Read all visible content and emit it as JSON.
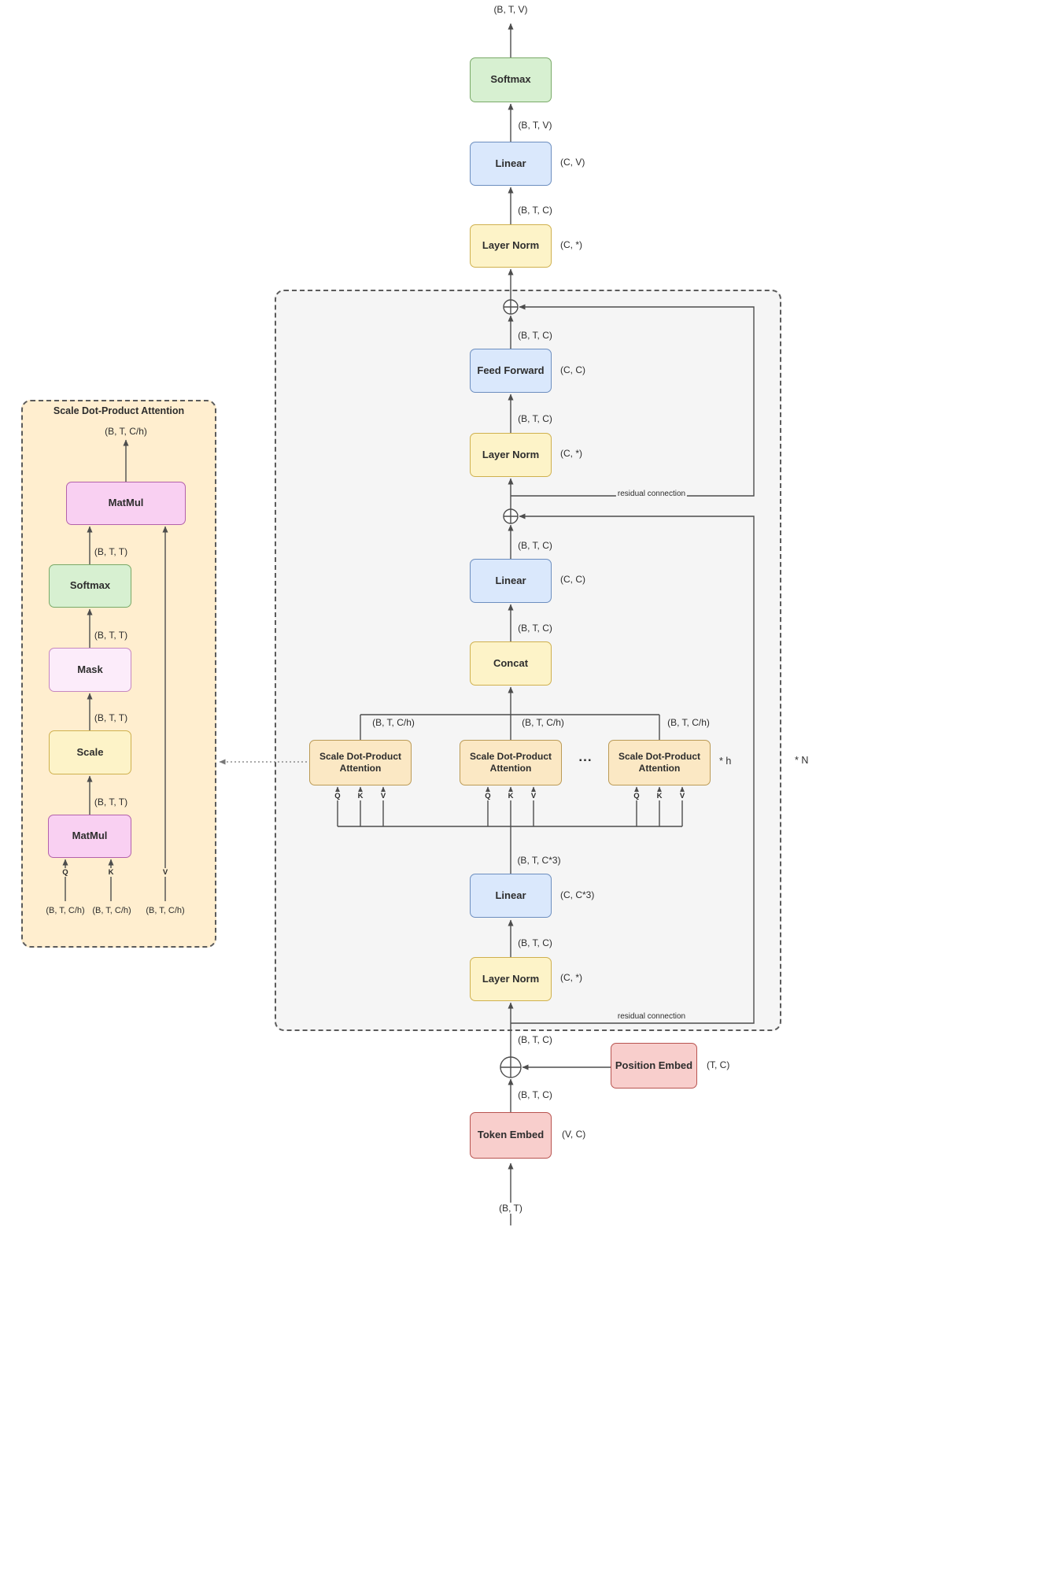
{
  "colors": {
    "canvas_bg": "#ffffff",
    "text": "#2d2d2d",
    "line": "#4d4d4d",
    "dash_stroke": "#5b5b5b",
    "block_fill": "#f5f5f5",
    "panel_fill": "#ffeecf",
    "green_fill": "#d7f0d1",
    "green_stroke": "#79a967",
    "blue_fill": "#dae8fc",
    "blue_stroke": "#6c8ebf",
    "yellow_fill": "#fdf3c8",
    "yellow_stroke": "#cfb04e",
    "cream_fill": "#fbe8c4",
    "cream_stroke": "#bb9a55",
    "red_fill": "#f8cecc",
    "red_stroke": "#b85450",
    "pink_fill": "#f9d0f2",
    "pink_stroke": "#b361ab",
    "lilac_fill": "#fcecfa",
    "lilac_stroke": "#c687c0"
  },
  "top_section": {
    "final_output_shape": "(B, T, V)",
    "softmax_label": "Softmax",
    "linear_output_shape": "(B, T, V)",
    "linear_label": "Linear",
    "linear_weight_shape": "(C, V)",
    "layer_norm_output_shape": "(B, T, C)",
    "layer_norm_label": "Layer Norm",
    "layer_norm_weight_shape": "(C, *)"
  },
  "block": {
    "repeat_label": "* N",
    "feed_forward_output_shape": "(B, T, C)",
    "feed_forward_label": "Feed Forward",
    "feed_forward_weight_shape": "(C, C)",
    "layer_norm2_output_shape": "(B, T, C)",
    "layer_norm2_label": "Layer Norm",
    "layer_norm2_weight_shape": "(C, *)",
    "residual2_label": "residual connection",
    "proj_output_shape": "(B, T, C)",
    "proj_linear_label": "Linear",
    "proj_linear_weight_shape": "(C, C)",
    "concat_output_shape": "(B, T, C)",
    "concat_label": "Concat",
    "head_output_shape": "(B, T, C/h)",
    "head_label": "Scale Dot-Product Attention",
    "heads_ellipsis": "...",
    "heads_repeat_label": "* h",
    "q_label": "Q",
    "k_label": "K",
    "v_label": "V",
    "qkv_output_shape": "(B, T, C*3)",
    "qkv_linear_label": "Linear",
    "qkv_linear_weight_shape": "(C, C*3)",
    "layer_norm1_output_shape": "(B, T, C)",
    "layer_norm1_label": "Layer Norm",
    "layer_norm1_weight_shape": "(C, *)",
    "residual1_label": "residual connection"
  },
  "embedding": {
    "add_output_shape": "(B, T, C)",
    "position_embed_label": "Position Embed",
    "position_embed_weight_shape": "(T, C)",
    "token_output_shape": "(B, T, C)",
    "token_embed_label": "Token Embed",
    "token_embed_weight_shape": "(V, C)",
    "input_shape": "(B, T)"
  },
  "attention_detail": {
    "title": "Scale Dot-Product Attention",
    "output_shape": "(B, T, C/h)",
    "matmul2_label": "MatMul",
    "softmax_output_shape": "(B, T, T)",
    "softmax_label": "Softmax",
    "mask_output_shape": "(B, T, T)",
    "mask_label": "Mask",
    "scale_output_shape": "(B, T, T)",
    "scale_label": "Scale",
    "matmul1_output_shape": "(B, T, T)",
    "matmul1_label": "MatMul",
    "q_label": "Q",
    "k_label": "K",
    "v_label": "V",
    "q_input_shape": "(B, T, C/h)",
    "k_input_shape": "(B, T, C/h)",
    "v_input_shape": "(B, T, C/h)"
  }
}
